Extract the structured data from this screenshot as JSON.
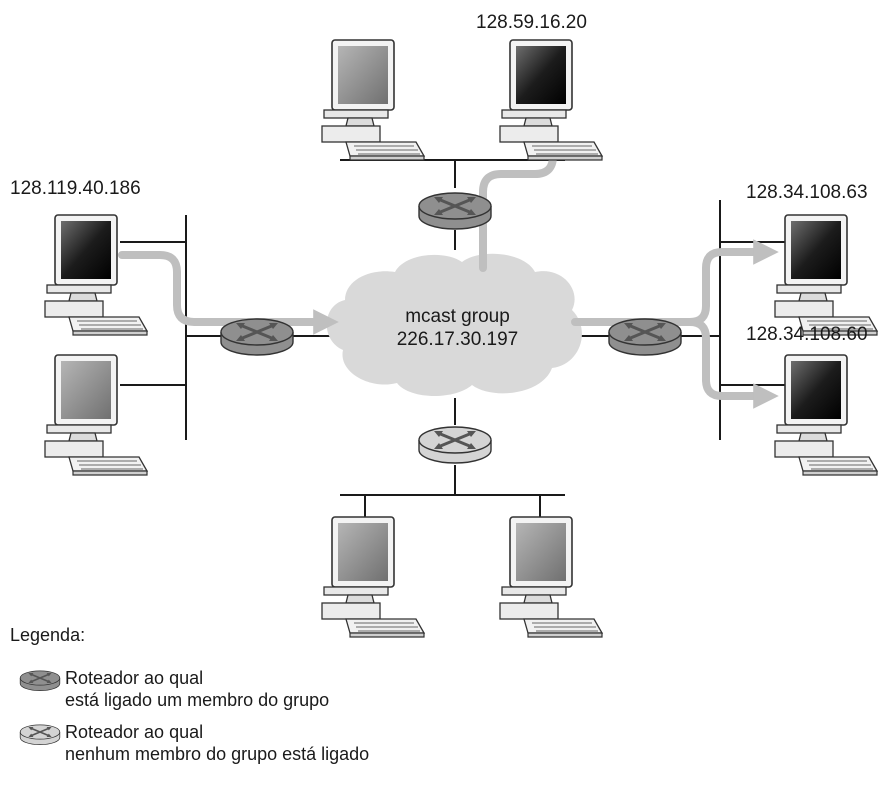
{
  "hosts": {
    "top_right": "128.59.16.20",
    "left_top": "128.119.40.186",
    "right_top": "128.34.108.63",
    "right_bottom": "128.34.108.60"
  },
  "cloud": {
    "line1": "mcast group",
    "line2": "226.17.30.197"
  },
  "legend": {
    "title": "Legenda:",
    "member_router_line1": "Roteador ao qual",
    "member_router_line2": "está ligado um membro do grupo",
    "nonmember_router_line1": "Roteador ao qual",
    "nonmember_router_line2": "nenhum membro do grupo está ligado"
  },
  "colors": {
    "member_router": "#8f8f8f",
    "nonmember_router": "#d4d4d4",
    "cloud": "#d9d9d9",
    "multicast_path": "#bfbfbf"
  }
}
